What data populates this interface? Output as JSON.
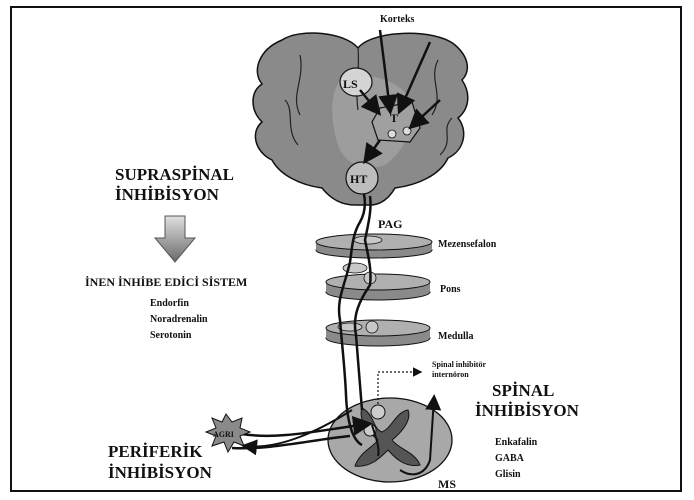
{
  "labels": {
    "korteks": "Korteks",
    "ls": "LS",
    "t": "T",
    "ht": "HT",
    "pag": "PAG",
    "mezensefalon": "Mezensefalon",
    "pons": "Pons",
    "medulla": "Medulla",
    "spinal_inhibitor_1": "Spinal inhibitör",
    "spinal_inhibitor_2": "internöron",
    "agri": "AGRI",
    "ms": "MS"
  },
  "supraspinal": {
    "title_1": "SUPRASPİNAL",
    "title_2": "İNHİBİSYON",
    "system": "İNEN İNHİBE EDİCİ SİSTEM",
    "items": [
      "Endorfin",
      "Noradrenalin",
      "Serotonin"
    ]
  },
  "spinal": {
    "title_1": "SPİNAL",
    "title_2": "İNHİBİSYON",
    "items": [
      "Enkafalin",
      "GABA",
      "Glisin"
    ]
  },
  "periferik": {
    "title_1": "PERİFERİK",
    "title_2": "İNHİBİSYON"
  },
  "colors": {
    "brain": "#8a8a8a",
    "disc": "#b0b0b0",
    "cord": "#a8a8a8",
    "line": "#111111"
  }
}
